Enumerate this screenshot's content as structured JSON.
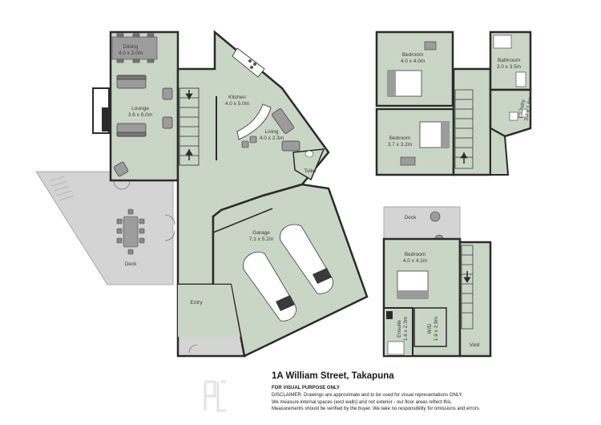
{
  "rooms": {
    "dining": {
      "name": "Dining",
      "dims": "4.0 x 2.0m"
    },
    "lounge": {
      "name": "Lounge",
      "dims": "3.6 x 6.0m"
    },
    "kitchen": {
      "name": "Kitchen",
      "dims": "4.0 x 5.0m"
    },
    "living": {
      "name": "Living",
      "dims": "4.0 x 2.3m"
    },
    "toilet": {
      "name": "Toilet"
    },
    "deck_main": {
      "name": "Deck"
    },
    "garage": {
      "name": "Garage",
      "dims": "7.1 x 5.2m"
    },
    "entry": {
      "name": "Entry"
    },
    "bedroom1": {
      "name": "Bedroom",
      "dims": "4.0 x 4.0m"
    },
    "bathroom": {
      "name": "Bathroom",
      "dims": "3.0 x 3.5m"
    },
    "laundry": {
      "name": "Laundry",
      "dims": "3.7 x 1.6m"
    },
    "bedroom2": {
      "name": "Bedroom",
      "dims": "3.7 x 3.2m"
    },
    "deck_upper": {
      "name": "Deck"
    },
    "bedroom3": {
      "name": "Bedroom",
      "dims": "4.0 x 4.2m"
    },
    "ensuite": {
      "name": "Ensuite",
      "dims": "1.6 x 2.3m"
    },
    "wd": {
      "name": "W/D",
      "dims": "1.9 x 2.9m"
    },
    "void": {
      "name": "Void"
    }
  },
  "colors": {
    "room_fill": "#c9d6c6",
    "deck_fill": "#d4d4d4",
    "wall": "#2b2b2b"
  },
  "footer": {
    "title": "1A William Street, Takapuna",
    "subtitle": "FOR VISUAL PURPOSE ONLY",
    "disclaimer_1": "DISCLAIMER:  Drawings are approximate and to be used for visual representations ONLY.",
    "disclaimer_2": "We measure internal spaces (excl walls) and not exterior - our floor areas reflect this.",
    "disclaimer_3": "Measurements should be verified by the buyer. We take no responsibility for omissions and errors."
  }
}
